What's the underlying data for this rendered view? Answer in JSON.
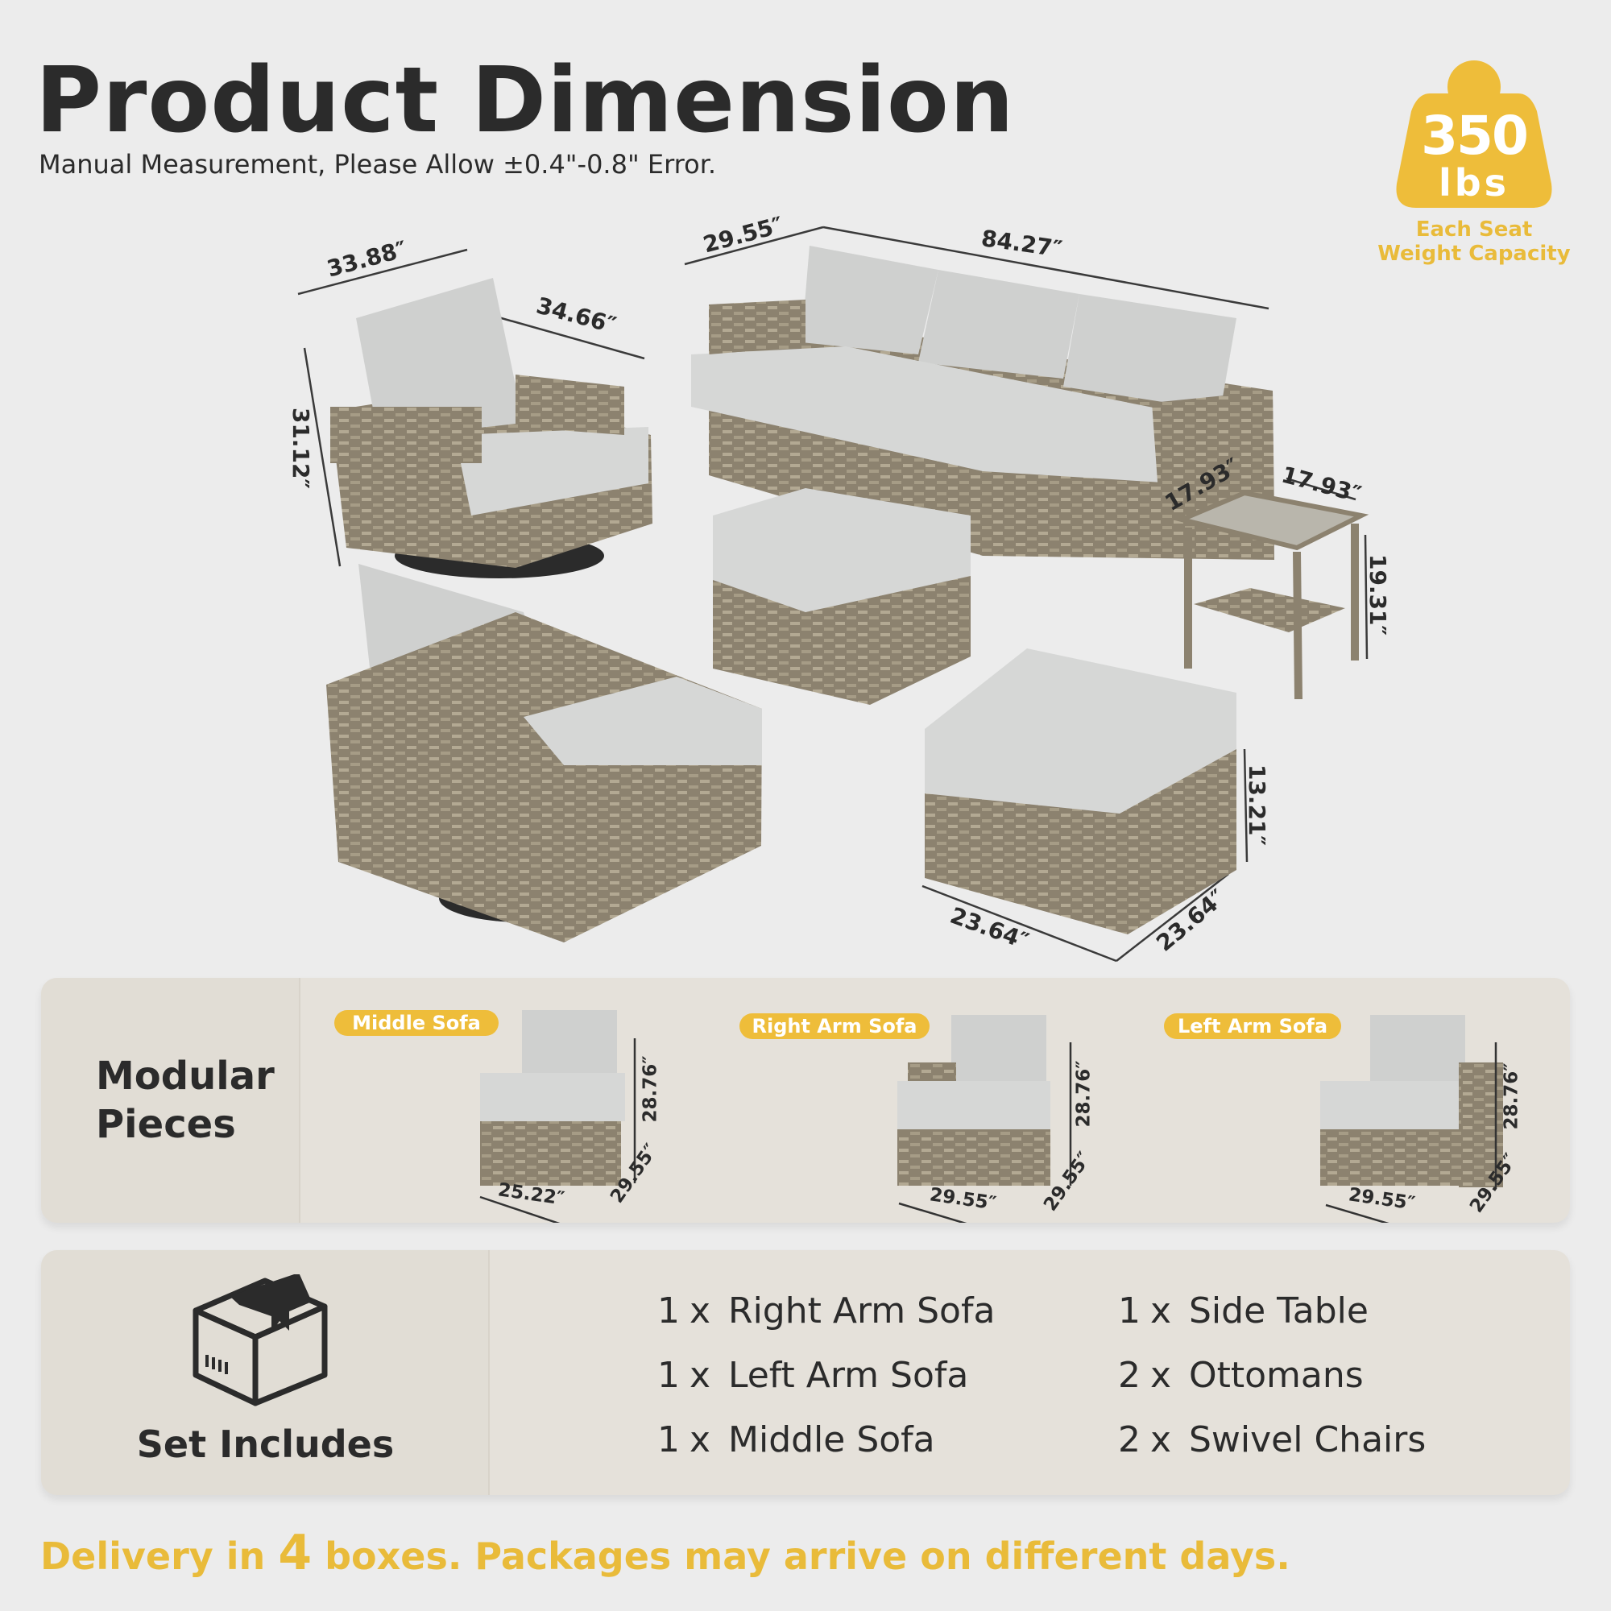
{
  "header": {
    "title": "Product Dimension",
    "subtitle": "Manual Measurement, Please Allow ±0.4\"-0.8\" Error."
  },
  "badge": {
    "icon": "weight-icon",
    "number": "350",
    "unit": "lbs",
    "caption_line1": "Each Seat",
    "caption_line2": "Weight Capacity",
    "color": "#EEBD3A"
  },
  "dimensions": {
    "chair_width": "33.88″",
    "chair_depth": "34.66″",
    "chair_height": "31.12″",
    "sofa_depth": "29.55″",
    "sofa_width": "84.27″",
    "table_width": "17.93″",
    "table_depth": "17.93″",
    "table_height": "19.31″",
    "ottoman_height": "13.21″",
    "ottoman_width": "23.64″",
    "ottoman_depth": "23.64″"
  },
  "modular": {
    "title_line1": "Modular",
    "title_line2": "Pieces",
    "pieces": [
      {
        "label": "Middle Sofa",
        "width": "25.22″",
        "depth": "29.55″",
        "height": "28.76″"
      },
      {
        "label": "Right Arm Sofa",
        "width": "29.55″",
        "depth": "29.55″",
        "height": "28.76″"
      },
      {
        "label": "Left Arm Sofa",
        "width": "29.55″",
        "depth": "29.55″",
        "height": "28.76″"
      }
    ]
  },
  "set_includes": {
    "title": "Set Includes",
    "icon": "box-icon",
    "items": [
      {
        "qty": "1",
        "x": "x",
        "name": "Right Arm Sofa"
      },
      {
        "qty": "1",
        "x": "x",
        "name": "Left Arm Sofa"
      },
      {
        "qty": "1",
        "x": "x",
        "name": "Middle  Sofa"
      },
      {
        "qty": "1",
        "x": "x",
        "name": "Side Table"
      },
      {
        "qty": "2",
        "x": "x",
        "name": "Ottomans"
      },
      {
        "qty": "2",
        "x": "x",
        "name": "Swivel Chairs"
      }
    ]
  },
  "footer": {
    "pre": "Delivery in ",
    "count": "4",
    "post": " boxes. Packages may arrive on different days."
  }
}
